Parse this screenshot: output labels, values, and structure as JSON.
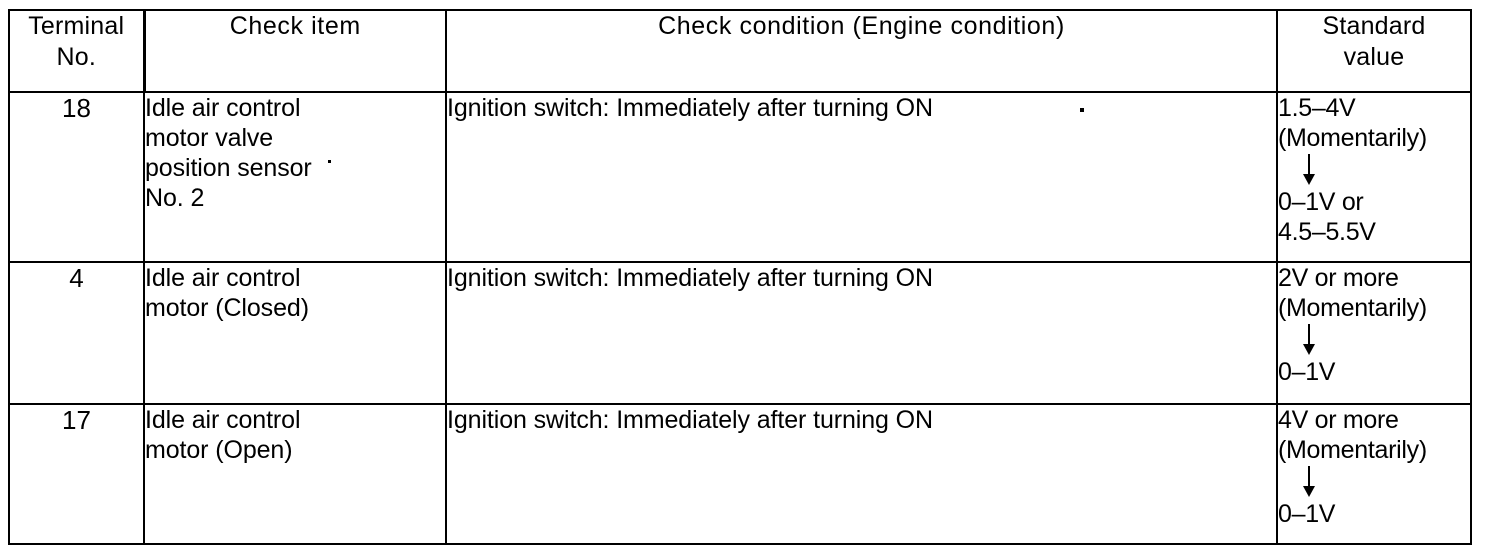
{
  "document": {
    "type": "specification-table",
    "title": "Terminal check table"
  },
  "table": {
    "columns": [
      {
        "id": "terminal",
        "header_line1": "Terminal",
        "header_line2": "No."
      },
      {
        "id": "check_item",
        "header_line1": "Check  item",
        "header_line2": ""
      },
      {
        "id": "check_condition",
        "header_line1": "Check  condition  (Engine  condition)",
        "header_line2": ""
      },
      {
        "id": "standard_value",
        "header_line1": "Standard",
        "header_line2": "value"
      }
    ],
    "rows": [
      {
        "terminal_no": "18",
        "check_item": [
          "Idle air control",
          "motor valve",
          "position sensor",
          "No. 2"
        ],
        "check_condition": "Ignition switch: Immediately after turning ON",
        "standard_value_before": [
          "1.5–4V",
          "(Momentarily)"
        ],
        "standard_value_arrow": "↓",
        "standard_value_after": [
          "0–1V or",
          "4.5–5.5V"
        ]
      },
      {
        "terminal_no": "4",
        "check_item": [
          "Idle air control",
          "motor (Closed)"
        ],
        "check_condition": "Ignition switch: Immediately after turning ON",
        "standard_value_before": [
          "2V or more",
          "(Momentarily)"
        ],
        "standard_value_arrow": "↓",
        "standard_value_after": [
          "0–1V"
        ]
      },
      {
        "terminal_no": "17",
        "check_item": [
          "Idle air control",
          "motor (Open)"
        ],
        "check_condition": "Ignition switch: Immediately after turning ON",
        "standard_value_before": [
          "4V or more",
          "(Momentarily)"
        ],
        "standard_value_arrow": "↓",
        "standard_value_after": [
          "0–1V"
        ]
      }
    ]
  },
  "colors": {
    "ink": "#000000",
    "paper": "#ffffff"
  }
}
